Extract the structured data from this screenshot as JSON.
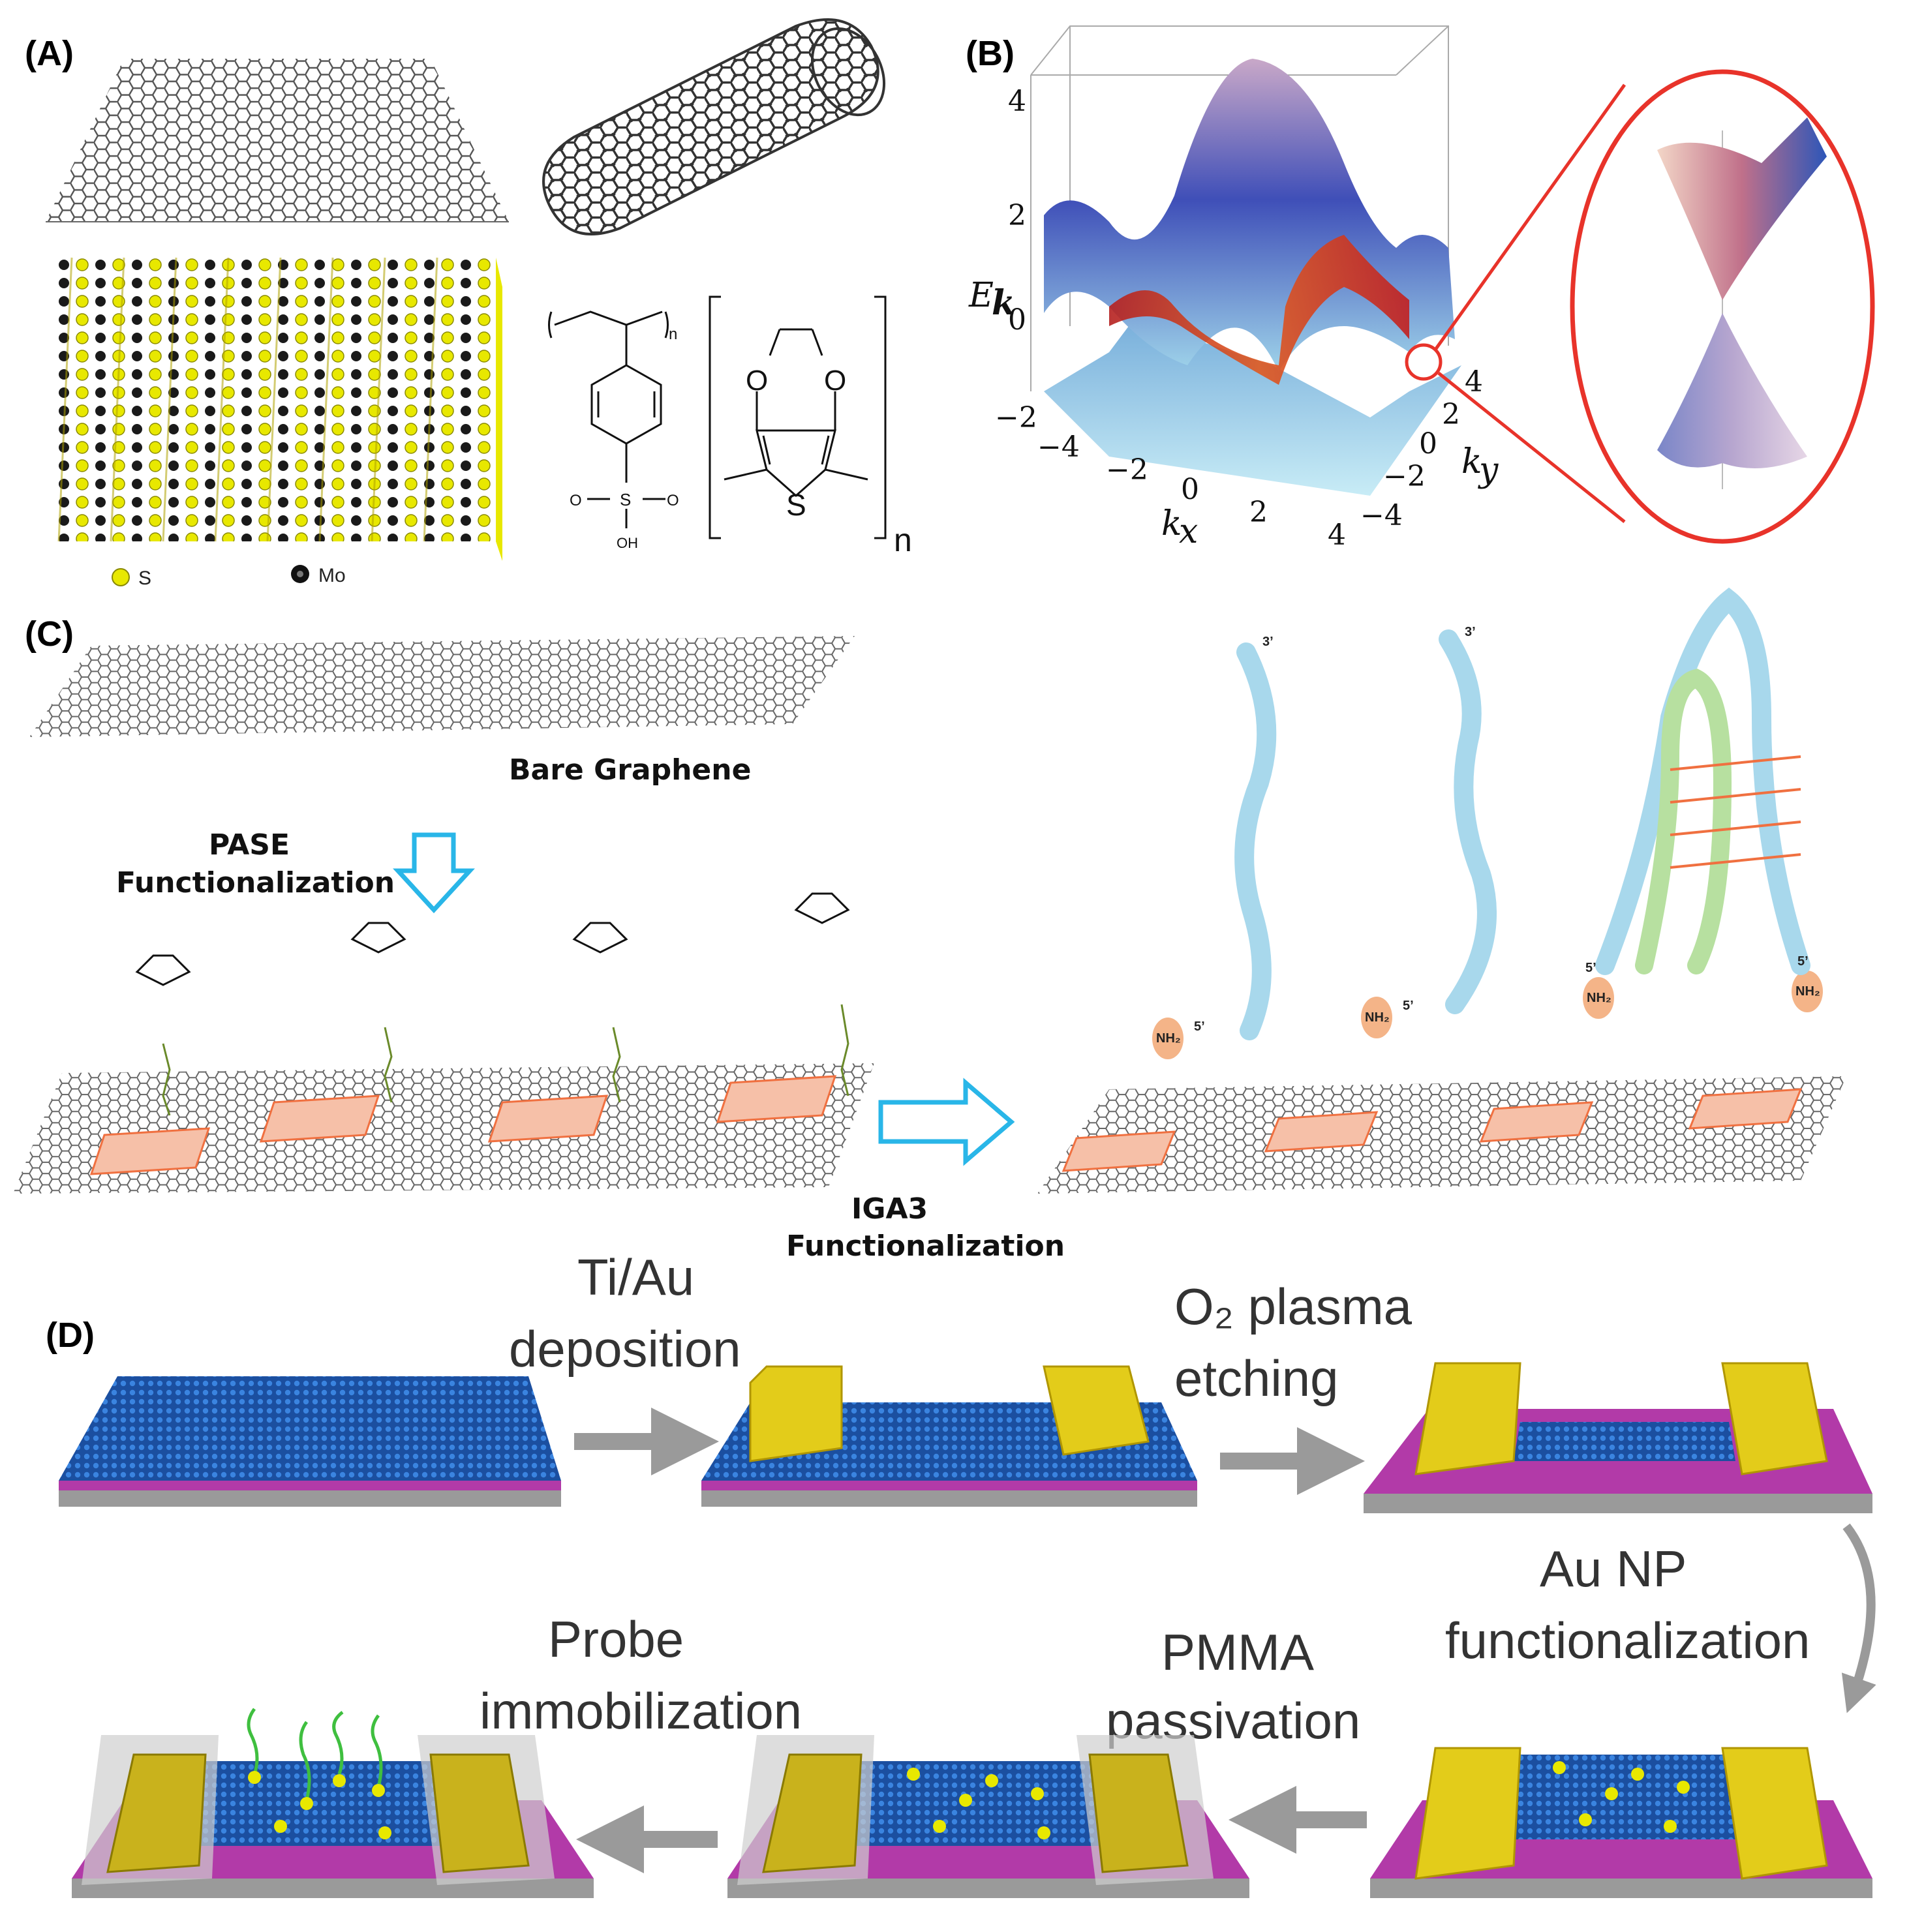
{
  "panels": {
    "a": {
      "label": "(A)",
      "legend": [
        {
          "symbol": "S",
          "color": "#e6e600"
        },
        {
          "symbol": "Mo",
          "color": "#111111"
        }
      ],
      "chem": {
        "n1": "n",
        "n2": "n",
        "S_ring": "S",
        "O1": "O",
        "O2": "O",
        "sulfonate_O1": "O",
        "sulfonate_S": "S",
        "sulfonate_O2": "O",
        "OH": "OH"
      }
    },
    "b": {
      "label": "(B)",
      "zlabel": "E",
      "zlabel_sub": "k",
      "xlabel": "k",
      "xlabel_sub": "x",
      "ylabel": "k",
      "ylabel_sub": "y",
      "zticks": [
        "4",
        "2",
        "0",
        "−2"
      ],
      "xticks": [
        "−4",
        "−2",
        "0",
        "2",
        "4"
      ],
      "yticks": [
        "4",
        "2",
        "0",
        "−2",
        "−4"
      ]
    },
    "c": {
      "label": "(C)",
      "bare": "Bare Graphene",
      "pase1": "PASE",
      "pase2": "Functionalization",
      "iga1": "IGA3",
      "iga2": "Functionalization",
      "strand_labels": {
        "three_prime": "3’",
        "five_prime": "5’",
        "nh2": "NH₂"
      }
    },
    "d": {
      "label": "(D)",
      "steps": [
        {
          "line1": "Ti/Au",
          "line2": "deposition"
        },
        {
          "line1": "O₂ plasma",
          "line2": "etching"
        },
        {
          "line1": "Au NP",
          "line2": "functionalization"
        },
        {
          "line1": "PMMA",
          "line2": "passivation"
        },
        {
          "line1": "Probe",
          "line2": "immobilization"
        }
      ]
    }
  },
  "colors": {
    "mos2_yellow": "#e8e800",
    "mos2_black": "#1a1a1a",
    "red_circle": "#e8332a",
    "cyan_arrow": "#29b6e8",
    "gold": "#e3cc1a",
    "magenta": "#b23aa8",
    "blue_film": "#1e5fb8",
    "grey_arrow": "#9a9a9a",
    "pyrene": "#f07040"
  }
}
